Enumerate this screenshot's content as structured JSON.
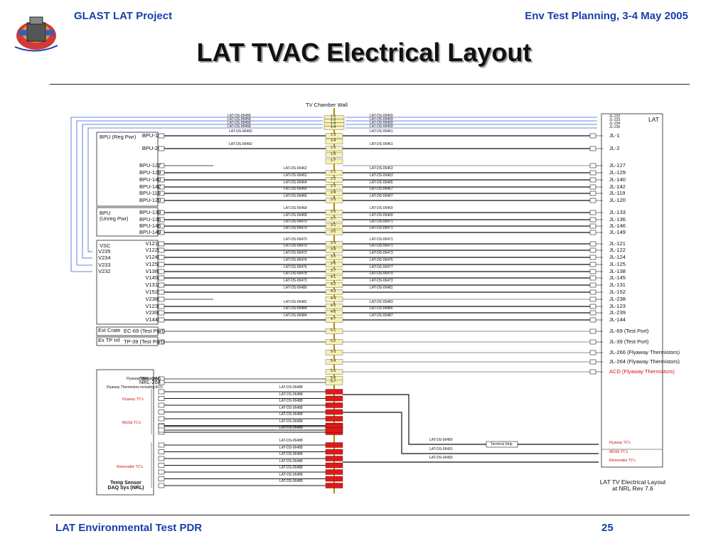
{
  "header": {
    "left": "GLAST LAT Project",
    "right": "Env Test Planning, 3-4 May 2005"
  },
  "title": "LAT TVAC Electrical Layout",
  "footer": {
    "left": "LAT Environmental Test PDR",
    "page": "25"
  },
  "colors": {
    "header_blue": "#1a3ea8",
    "wire_blue": "#3c5fd0",
    "wire_black": "#111111",
    "connector_red": "#dd1a1a",
    "feedthrough_yellow": "#f7f0b0",
    "trace_red": "#d01010"
  },
  "diagram": {
    "chamber_wall_label": "TV Chamber Wall",
    "lat_label": "LAT",
    "caption": "LAT TV Electrical Layout\nat NRL Rev 7.6",
    "boxes": {
      "bpu_reg": "BPU (Reg Pwr)",
      "bpu_unreg": "BPU\n(Unreg Pwr)",
      "vsc": "VSC",
      "ext_crate": "Ext Crate",
      "ex_tp": "Ex TP Inf",
      "temp_sensor": "Temp Sensor\nDAQ Sys (NRL)",
      "terminal_strip": "Terminal Strip"
    },
    "top_blue_left": [
      "LAT-DS-06458",
      "LAT-DS-06458",
      "LAT-DS-06458",
      "LAT-DS-06458"
    ],
    "top_blue_right": [
      "LAT-DS-06459",
      "LAT-DS-06459",
      "LAT-DS-06459",
      "LAT-DS-06459"
    ],
    "top_blue_connectors": [
      "1-1",
      "1-2",
      "1-3",
      "1-4"
    ],
    "top_blue_jl": [
      "JL-232",
      "JL-233",
      "JL-234",
      "JL-235"
    ],
    "vsc_side": [
      "V235",
      "V234",
      "V233",
      "V232"
    ],
    "rows": [
      {
        "l": "BPU-1",
        "ws": "LAT-DS-06460",
        "conn": "1-3",
        "wr": "LAT-DS-06461",
        "jl": "JL-1"
      },
      {
        "l": "",
        "ws": "",
        "conn": "1-4",
        "wr": "",
        "jl": ""
      },
      {
        "l": "BPU-2",
        "ws": "LAT-DS-06460",
        "conn": "1-5",
        "wr": "LAT-DS-06461",
        "jl": "JL-2"
      },
      {
        "l": "",
        "ws": "",
        "conn": "1-6",
        "wr": "",
        "jl": ""
      },
      {
        "l": "",
        "ws": "",
        "conn": "1-7",
        "wr": "",
        "jl": ""
      },
      {
        "l": "BPU-127",
        "ws": "",
        "conn": "",
        "wr": "",
        "jl": "JL-127"
      },
      {
        "l": "BPU-129",
        "ws": "LAT-DS-06462",
        "conn": "2-1",
        "wr": "LAT-DS-06463",
        "jl": "JL-129"
      },
      {
        "l": "BPU-140",
        "ws": "LAT-DS-06462",
        "conn": "2-2",
        "wr": "LAT-DS-06463",
        "jl": "JL-140"
      },
      {
        "l": "BPU-142",
        "ws": "LAT-DS-06464",
        "conn": "2-3",
        "wr": "LAT-DS-06465",
        "jl": "JL-142"
      },
      {
        "l": "BPU-119",
        "ws": "LAT-DS-06466",
        "conn": "2-4",
        "wr": "LAT-DS-06467",
        "jl": "JL-119"
      },
      {
        "l": "BPU-120",
        "ws": "LAT-DS-06466",
        "conn": "2-5",
        "wr": "LAT-DS-06467",
        "jl": "JL-120"
      },
      {
        "l": "BPU-133",
        "ws": "LAT-DS-06468",
        "conn": "2-6",
        "wr": "LAT-DS-06469",
        "jl": "JL-133"
      },
      {
        "l": "BPU-136",
        "ws": "LAT-DS-06468",
        "conn": "2-7",
        "wr": "LAT-DS-06469",
        "jl": "JL-136"
      },
      {
        "l": "BPU-146",
        "ws": "LAT-DS-06470",
        "conn": "3-1",
        "wr": "LAT-DS-06471",
        "jl": "JL-146"
      },
      {
        "l": "BPU-149",
        "ws": "LAT-DS-06470",
        "conn": "3-2",
        "wr": "LAT-DS-06471",
        "jl": "JL-149"
      },
      {
        "l": "V121",
        "ws": "LAT-DS-06470",
        "conn": "3-3",
        "wr": "LAT-DS-06471",
        "jl": "JL-121"
      },
      {
        "l": "V122",
        "ws": "LAT-DS-06470",
        "conn": "3-4",
        "wr": "LAT-DS-06471",
        "jl": "JL-122"
      },
      {
        "l": "V124",
        "ws": "LAT-DS-06472",
        "conn": "3-5",
        "wr": "LAT-DS-06473",
        "jl": "JL-124"
      },
      {
        "l": "V125",
        "ws": "LAT-DS-06474",
        "conn": "3-6",
        "wr": "LAT-DS-06475",
        "jl": "JL-125"
      },
      {
        "l": "V138",
        "ws": "LAT-DS-06476",
        "conn": "3-7",
        "wr": "LAT-DS-06477",
        "jl": "JL-138"
      },
      {
        "l": "V145",
        "ws": "LAT-DS-06478",
        "conn": "4-1",
        "wr": "LAT-DS-06479",
        "jl": "JL-145"
      },
      {
        "l": "V131",
        "ws": "LAT-DS-06472",
        "conn": "4-2",
        "wr": "LAT-DS-06473",
        "jl": "JL-131"
      },
      {
        "l": "V152",
        "ws": "LAT-DS-06480",
        "conn": "4-3",
        "wr": "LAT-DS-06481",
        "jl": "JL-152"
      },
      {
        "l": "V238",
        "ws": "",
        "conn": "4-4",
        "wr": "",
        "jl": "JL-238"
      },
      {
        "l": "V123",
        "ws": "LAT-DS-06482",
        "conn": "4-5",
        "wr": "LAT-DS-06483",
        "jl": "JL-123"
      },
      {
        "l": "V239",
        "ws": "LAT-DS-06484",
        "conn": "4-6",
        "wr": "LAT-DS-06485",
        "jl": "JL-239"
      },
      {
        "l": "V144",
        "ws": "LAT-DS-06484",
        "conn": "4-7",
        "wr": "LAT-DS-06487",
        "jl": "JL-144"
      },
      {
        "l": "EC-69 (Test Port)",
        "ws": "",
        "conn": "5-1",
        "wr": "",
        "jl": "JL-69 (Test Port)"
      },
      {
        "l": "TP-39 (Test Port)",
        "ws": "",
        "conn": "5-2",
        "wr": "",
        "jl": "JL-39 (Test Port)"
      },
      {
        "l": "",
        "ws": "",
        "conn": "5-3",
        "wr": "",
        "jl": "JL-266 (Flyaway Thermistors)"
      },
      {
        "l": "",
        "ws": "",
        "conn": "5-4",
        "wr": "",
        "jl": "JL-264 (Flyaway Thermistors)"
      },
      {
        "l": "",
        "ws": "",
        "conn": "5-5",
        "wr": "",
        "jl": "ACD (Flyaway Thermistors)"
      },
      {
        "l": "NRL-266",
        "ws": "",
        "conn": "5-6",
        "wr": "",
        "jl": ""
      },
      {
        "l": "NRL-264",
        "ws": "",
        "conn": "5-7",
        "wr": "",
        "jl": ""
      }
    ],
    "flyaway_small": [
      "Flyaway Thermistors",
      "Flyaway Thermistors including ACD"
    ],
    "tc_groups": [
      {
        "label": "Flyaway TC's",
        "wires": [
          "LAT-DS-06488",
          "LAT-DS-06488",
          "LAT-DS-06488",
          "LAT-DS-06488",
          "LAT-DS-06488",
          "LAT-DS-06488",
          "LAT-DS-06488"
        ]
      },
      {
        "label": "MGSE TC's",
        "wires": []
      },
      {
        "label": "Removable TC's",
        "wires": [
          "LAT-DS-06488",
          "LAT-DS-06488",
          "LAT-DS-06488",
          "LAT-DS-06488",
          "LAT-DS-06488",
          "LAT-DS-06488",
          "LAT-DS-06488"
        ]
      }
    ],
    "tc_right": [
      {
        "wire": "LAT-DS-06489",
        "label": "Flyaway TC's"
      },
      {
        "wire": "LAT-DS-06491",
        "label": "MGSE TC's"
      },
      {
        "wire": "LAT-DS-06493",
        "label": "Removable TC's"
      }
    ]
  }
}
